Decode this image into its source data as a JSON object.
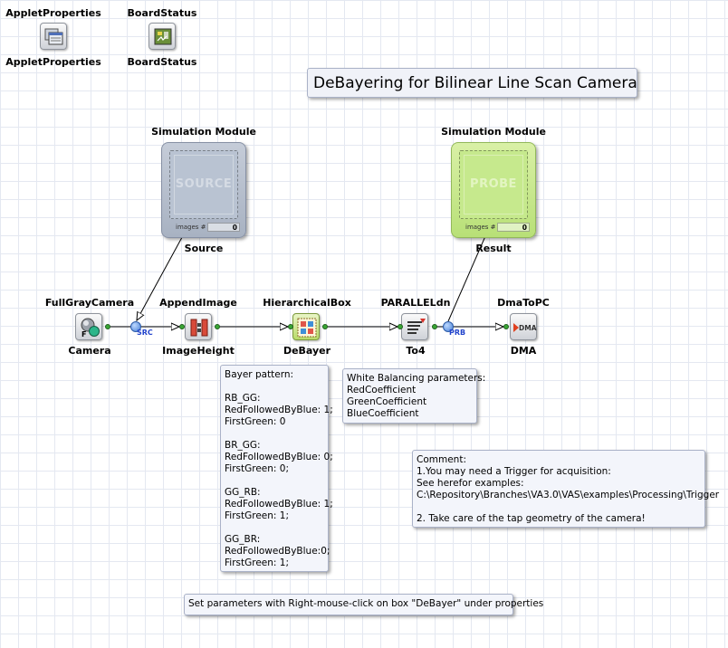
{
  "title": "DeBayering for Bilinear Line Scan Camera",
  "top_items": [
    {
      "top_label": "AppletProperties",
      "bottom_label": "AppletProperties",
      "icon": "applet-properties-icon"
    },
    {
      "top_label": "BoardStatus",
      "bottom_label": "BoardStatus",
      "icon": "board-status-icon"
    }
  ],
  "simulation": {
    "source": {
      "header": "Simulation Module",
      "watermark": "SOURCE",
      "counter_label": "images #",
      "counter": "0",
      "name": "Source",
      "color": "#b0bac9"
    },
    "probe": {
      "header": "Simulation Module",
      "watermark": "PROBE",
      "counter_label": "images #",
      "counter": "0",
      "name": "Result",
      "color": "#c4e88a"
    }
  },
  "operators": [
    {
      "type": "FullGrayCamera",
      "name": "Camera",
      "icon": "camera-icon"
    },
    {
      "type": "AppendImage",
      "name": "ImageHeight",
      "icon": "append-image-icon"
    },
    {
      "type": "HierarchicalBox",
      "name": "DeBayer",
      "icon": "hierarchical-box-icon"
    },
    {
      "type": "PARALLELdn",
      "name": "To4",
      "icon": "parallel-down-icon"
    },
    {
      "type": "DmaToPC",
      "name": "DMA",
      "icon": "dma-icon",
      "icon_text": "DMA"
    }
  ],
  "port_labels": {
    "src": "SRC",
    "prb": "PRB"
  },
  "notes": {
    "bayer": "Bayer pattern:\n\nRB_GG:\nRedFollowedByBlue: 1;\nFirstGreen: 0\n\nBR_GG:\nRedFollowedByBlue: 0;\nFirstGreen: 0;\n\nGG_RB:\nRedFollowedByBlue: 1;\nFirstGreen: 1;\n\nGG_BR:\nRedFollowedByBlue:0;\nFirstGreen: 1;",
    "white_balance": "White Balancing parameters:\nRedCoefficient\nGreenCoefficient\nBlueCoefficient",
    "comment": "Comment:\n1.You may need a Trigger for acquisition:\nSee herefor examples:\nC:\\Repository\\Branches\\VA3.0\\VAS\\examples\\Processing\\Trigger\n\n2. Take care of the tap geometry of the camera!",
    "set_params": "Set parameters with Right-mouse-click on box \"DeBayer\" under properties"
  }
}
